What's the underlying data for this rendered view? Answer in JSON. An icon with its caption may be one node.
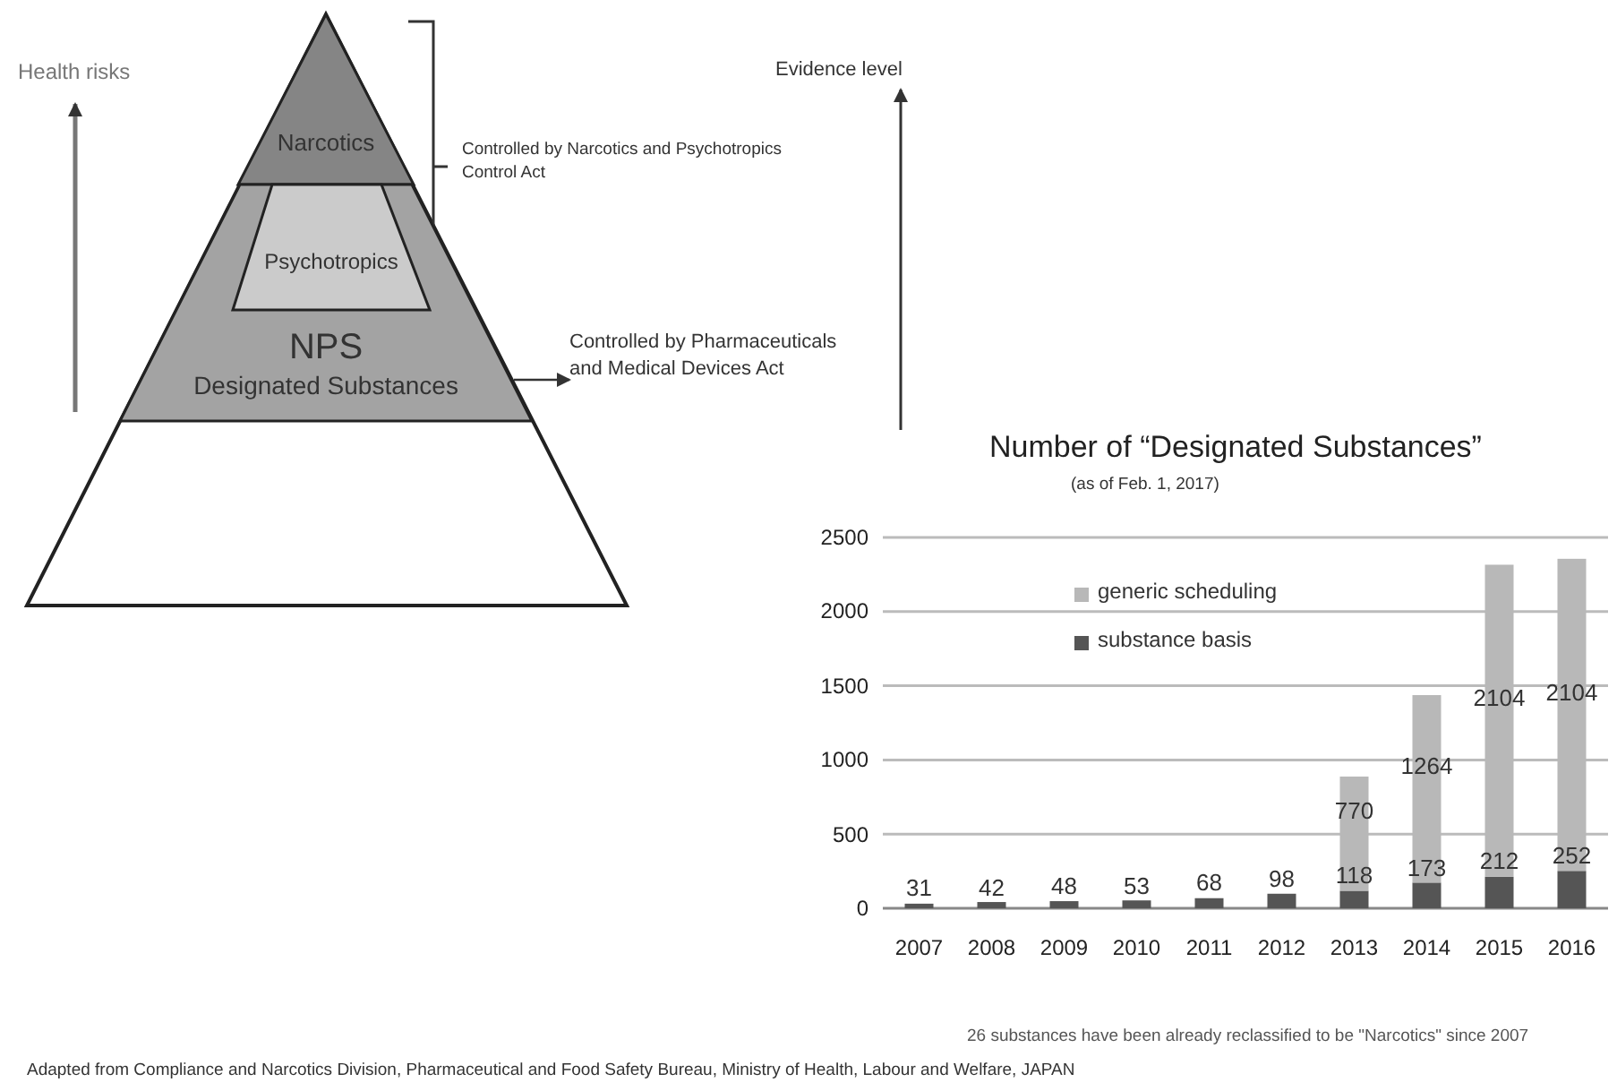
{
  "diagram": {
    "caption": "Adapted from Compliance and Narcotics Division, Pharmaceutical and Food Safety Bureau, Ministry of Health, Labour and Welfare, JAPAN",
    "nodes": [
      {
        "text": [
          "Narcotics"
        ]
      },
      {
        "text": [
          "Psychotropics"
        ],
        "in": 2
      },
      {
        "text": [
          "NPS",
          "Designated Substances"
        ]
      },
      {
        "text": [
          "Controlled by Pharmaceuticals and Medical Devices Act"
        ]
      }
    ],
    "edges": [
      {
        "from": 2,
        "to": 3,
        "arrow": "to"
      }
    ],
    "labels": [
      "Health risks",
      "Controlled by Narcotics and Psychotropics Control Act",
      "Evidence level",
      "(as of Feb. 1, 2017)",
      "26 substances have been already reclassified to be \"Narcotics\" since 2007"
    ],
    "chart_data": {
      "type": "bar",
      "title": "Number of “Designated Substances”",
      "stacked": true,
      "data_labels": true,
      "grid": true,
      "legend": "upper center",
      "categories": [
        "2007",
        "2008",
        "2009",
        "2010",
        "2011",
        "2012",
        "2013",
        "2014",
        "2015",
        "2016"
      ],
      "ylim": [
        0,
        2500
      ],
      "yticks": [
        0,
        500,
        1000,
        1500,
        2000,
        2500
      ],
      "series": [
        {
          "name": "substance basis",
          "color": "#555555",
          "values": [
            31,
            42,
            48,
            53,
            68,
            98,
            118,
            173,
            212,
            252
          ]
        },
        {
          "name": "generic scheduling",
          "color": "#b8b8b8",
          "values": [
            null,
            null,
            null,
            null,
            null,
            null,
            770,
            1264,
            2104,
            2104
          ]
        }
      ]
    }
  }
}
